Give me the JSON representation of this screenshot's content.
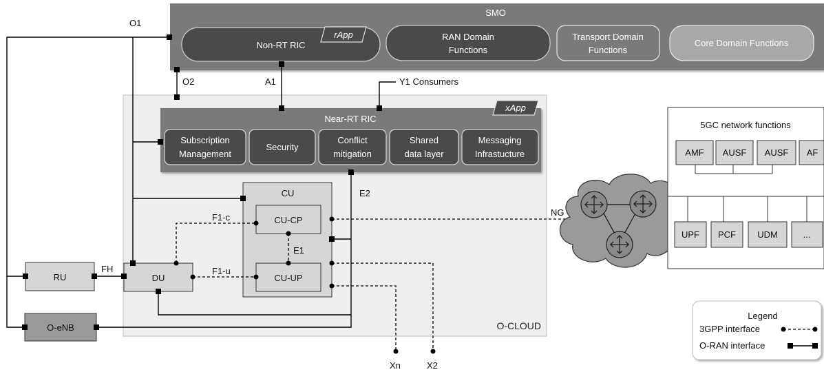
{
  "smo": {
    "title": "SMO",
    "non_rt_ric": "Non-RT RIC",
    "rapp": "rApp",
    "ran_domain": [
      "RAN Domain",
      "Functions"
    ],
    "transport_domain": [
      "Transport Domain",
      "Functions"
    ],
    "core_domain": "Core Domain Functions"
  },
  "interfaces": {
    "o1": "O1",
    "o2": "O2",
    "a1": "A1",
    "y1": "Y1  Consumers",
    "e2": "E2",
    "e1": "E1",
    "f1c": "F1-c",
    "f1u": "F1-u",
    "fh": "FH",
    "ng": "NG",
    "xn": "Xn",
    "x2": "X2"
  },
  "near_rt_ric": {
    "title": "Near-RT RIC",
    "xapp": "xApp",
    "modules": [
      [
        "Subscription",
        "Management"
      ],
      [
        "Security"
      ],
      [
        "Conflict",
        "mitigation"
      ],
      [
        "Shared",
        "data layer"
      ],
      [
        "Messaging",
        "Infrastucture"
      ]
    ]
  },
  "ocloud": "O-CLOUD",
  "cu": {
    "title": "CU",
    "cp": "CU-CP",
    "up": "CU-UP"
  },
  "du": "DU",
  "ru": "RU",
  "oenb": "O-eNB",
  "core": {
    "title": "5GC network functions",
    "top": [
      "AMF",
      "AUSF",
      "AUSF",
      "AF"
    ],
    "bottom": [
      "UPF",
      "PCF",
      "UDM",
      "..."
    ]
  },
  "legend": {
    "title": "Legend",
    "gpp": "3GPP interface",
    "oran": "O-RAN interface"
  }
}
